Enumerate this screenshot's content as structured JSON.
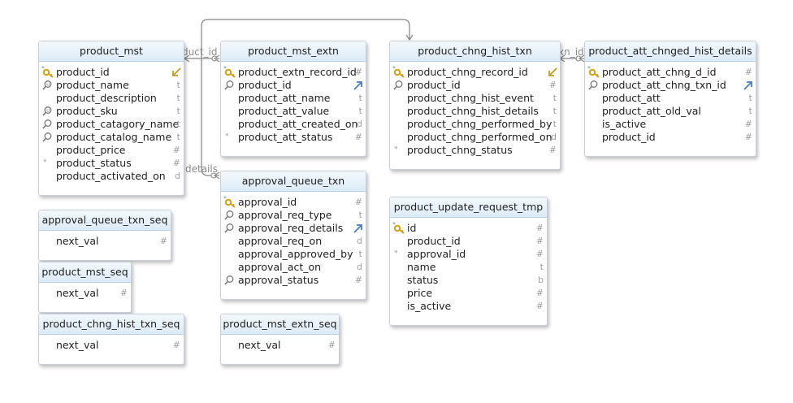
{
  "tables": [
    {
      "id": "product_mst",
      "title": "product_mst",
      "columns": [
        {
          "name": "product_id",
          "icon": "key",
          "type": "",
          "fk": "in"
        },
        {
          "name": "product_name",
          "icon": "unique",
          "type": "t"
        },
        {
          "name": "product_description",
          "icon": "",
          "type": "t"
        },
        {
          "name": "product_sku",
          "icon": "unique",
          "type": "t"
        },
        {
          "name": "product_catagory_name",
          "icon": "index",
          "type": "t"
        },
        {
          "name": "product_catalog_name",
          "icon": "index",
          "type": "t"
        },
        {
          "name": "product_price",
          "icon": "",
          "type": "#"
        },
        {
          "name": "product_status",
          "icon": "req",
          "type": "#"
        },
        {
          "name": "product_activated_on",
          "icon": "",
          "type": "d"
        }
      ]
    },
    {
      "id": "product_mst_extn",
      "title": "product_mst_extn",
      "columns": [
        {
          "name": "product_extn_record_id",
          "icon": "key",
          "type": "#"
        },
        {
          "name": "product_id",
          "icon": "index",
          "type": "",
          "fk": "out"
        },
        {
          "name": "product_att_name",
          "icon": "",
          "type": "t"
        },
        {
          "name": "product_att_value",
          "icon": "",
          "type": "t"
        },
        {
          "name": "product_att_created_on",
          "icon": "",
          "type": "d"
        },
        {
          "name": "product_att_status",
          "icon": "req",
          "type": "#"
        }
      ]
    },
    {
      "id": "product_chng_hist_txn",
      "title": "product_chng_hist_txn",
      "columns": [
        {
          "name": "product_chng_record_id",
          "icon": "key",
          "type": "",
          "fk": "in"
        },
        {
          "name": "product_id",
          "icon": "index",
          "type": "#"
        },
        {
          "name": "product_chng_hist_event",
          "icon": "",
          "type": "t"
        },
        {
          "name": "product_chng_hist_details",
          "icon": "",
          "type": "t"
        },
        {
          "name": "product_chng_performed_by",
          "icon": "",
          "type": "t"
        },
        {
          "name": "product_chng_performed_on",
          "icon": "",
          "type": "d"
        },
        {
          "name": "product_chng_status",
          "icon": "req",
          "type": "#"
        }
      ]
    },
    {
      "id": "product_att_chnged_hist_details",
      "title": "product_att_chnged_hist_details",
      "columns": [
        {
          "name": "product_att_chng_d_id",
          "icon": "key",
          "type": "#"
        },
        {
          "name": "product_att_chng_txn_id",
          "icon": "index",
          "type": "",
          "fk": "out"
        },
        {
          "name": "product_att",
          "icon": "",
          "type": "t"
        },
        {
          "name": "product_att_old_val",
          "icon": "",
          "type": "t"
        },
        {
          "name": "is_active",
          "icon": "",
          "type": "#"
        },
        {
          "name": "product_id",
          "icon": "",
          "type": "#"
        }
      ]
    },
    {
      "id": "approval_queue_txn",
      "title": "approval_queue_txn",
      "columns": [
        {
          "name": "approval_id",
          "icon": "key",
          "type": "#"
        },
        {
          "name": "approval_req_type",
          "icon": "index",
          "type": "t"
        },
        {
          "name": "approval_req_details",
          "icon": "index",
          "type": "",
          "fk": "out"
        },
        {
          "name": "approval_req_on",
          "icon": "",
          "type": "d"
        },
        {
          "name": "approval_approved_by",
          "icon": "",
          "type": "t"
        },
        {
          "name": "approval_act_on",
          "icon": "",
          "type": "d"
        },
        {
          "name": "approval_status",
          "icon": "index",
          "type": "#"
        }
      ]
    },
    {
      "id": "product_update_request_tmp",
      "title": "product_update_request_tmp",
      "columns": [
        {
          "name": "id",
          "icon": "key",
          "type": "#"
        },
        {
          "name": "product_id",
          "icon": "",
          "type": "#"
        },
        {
          "name": "approval_id",
          "icon": "req",
          "type": "#"
        },
        {
          "name": "name",
          "icon": "",
          "type": "t"
        },
        {
          "name": "status",
          "icon": "",
          "type": "b"
        },
        {
          "name": "price",
          "icon": "",
          "type": "#"
        },
        {
          "name": "is_active",
          "icon": "",
          "type": "#"
        }
      ]
    },
    {
      "id": "approval_queue_txn_seq",
      "title": "approval_queue_txn_seq",
      "columns": [
        {
          "name": "next_val",
          "icon": "",
          "type": "#"
        }
      ]
    },
    {
      "id": "product_mst_seq",
      "title": "product_mst_seq",
      "columns": [
        {
          "name": "next_val",
          "icon": "",
          "type": "#"
        }
      ]
    },
    {
      "id": "product_chng_hist_txn_seq",
      "title": "product_chng_hist_txn_seq",
      "columns": [
        {
          "name": "next_val",
          "icon": "",
          "type": "#"
        }
      ]
    },
    {
      "id": "product_mst_extn_seq",
      "title": "product_mst_extn_seq",
      "columns": [
        {
          "name": "next_val",
          "icon": "",
          "type": "#"
        }
      ]
    }
  ],
  "edge_labels": {
    "product_id_link": "duct_id",
    "details_link": "details",
    "txn_id_link": "xn_id"
  },
  "colors": {
    "key": "#d4a017",
    "arrow": "#888888",
    "fk_in": "#c09a2c",
    "fk_out": "#4a7fb5"
  }
}
